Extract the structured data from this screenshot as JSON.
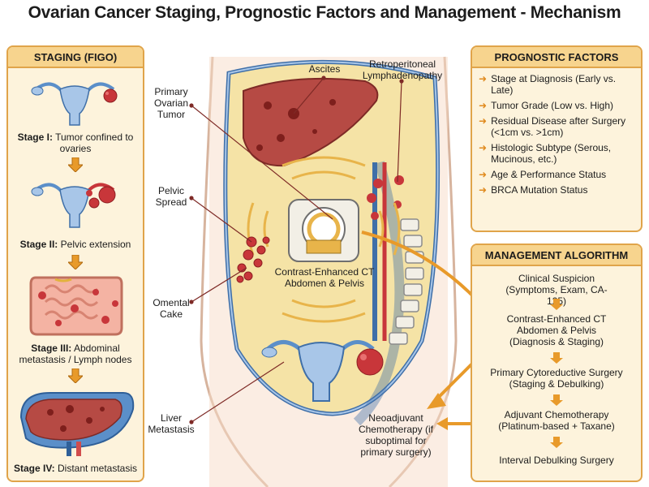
{
  "title": "Ovarian Cancer Staging, Prognostic Factors and Management - Mechanism",
  "staging": {
    "header": "STAGING (FIGO)",
    "stages": [
      {
        "bold": "Stage I:",
        "text": " Tumor confined to ovaries"
      },
      {
        "bold": "Stage II:",
        "text": " Pelvic extension"
      },
      {
        "bold": "Stage III:",
        "text": " Abdominal metastasis / Lymph nodes"
      },
      {
        "bold": "Stage IV:",
        "text": " Distant metastasis"
      }
    ]
  },
  "prognostic": {
    "header": "PROGNOSTIC FACTORS",
    "items": [
      "Stage at Diagnosis (Early vs. Late)",
      "Tumor Grade (Low vs. High)",
      "Residual Disease after Surgery (<1cm vs. >1cm)",
      "Histologic Subtype (Serous, Mucinous, etc.)",
      "Age & Performance Status",
      "BRCA Mutation Status"
    ]
  },
  "management": {
    "header": "MANAGEMENT ALGORITHM",
    "steps": [
      "Clinical Suspicion (Symptoms, Exam, CA-125)",
      "Contrast-Enhanced CT Abdomen & Pelvis (Diagnosis & Staging)",
      "Primary Cytoreductive Surgery (Staging & Debulking)",
      "Adjuvant Chemotherapy (Platinum-based + Taxane)",
      "Interval Debulking Surgery"
    ]
  },
  "callouts": {
    "primary_tumor": "Primary Ovarian Tumor",
    "pelvic_spread": "Pelvic Spread",
    "omental_cake": "Omental Cake",
    "liver_metastasis": "Liver Metastasis",
    "ascites": "Ascites",
    "lymphadenopathy": "Retroperitoneal Lymphadenopathy",
    "ct": "Contrast-Enhanced CT Abdomen & Pelvis",
    "neoadjuvant": "Neoadjuvant Chemotherapy (if suboptimal for primary surgery)"
  },
  "colors": {
    "panel_border": "#e0a44a",
    "panel_fill": "#fdf3dc",
    "tumor_red": "#c8363a",
    "organ_blue": "#5b8fc9",
    "arrow_orange": "#e89a2a"
  }
}
